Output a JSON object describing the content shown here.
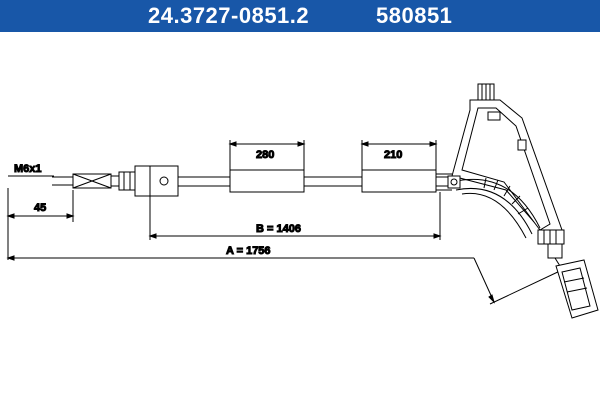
{
  "header": {
    "part_number": "24.3727-0851.2",
    "reference_number": "580851",
    "background_color": "#1857a8",
    "text_color": "#ffffff"
  },
  "dimensions": {
    "thread": "M6x1",
    "thread_length": "45",
    "sleeve_1": "280",
    "sleeve_2": "210",
    "length_b": "B = 1406",
    "length_a": "A = 1756"
  }
}
